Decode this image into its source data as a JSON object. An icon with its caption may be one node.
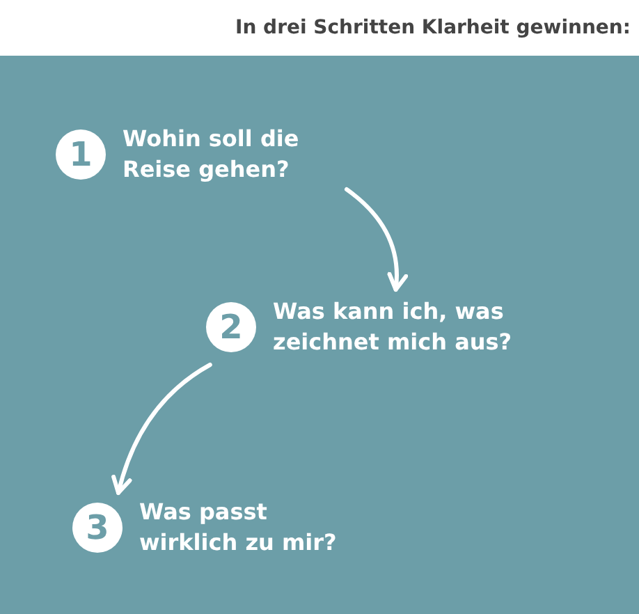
{
  "diagram": {
    "title": "In drei Schritten Klarheit gewinnen:",
    "nodes": [
      {
        "text": [
          "1",
          "Wohin soll die Reise gehen?"
        ]
      },
      {
        "text": [
          "2",
          "Was kann ich, was zeichnet mich aus?"
        ]
      },
      {
        "text": [
          "3",
          "Was passt wirklich zu mir?"
        ]
      }
    ],
    "edges": [
      {
        "from": 0,
        "to": 1,
        "arrow": "to"
      },
      {
        "from": 1,
        "to": 2,
        "arrow": "to"
      }
    ]
  }
}
